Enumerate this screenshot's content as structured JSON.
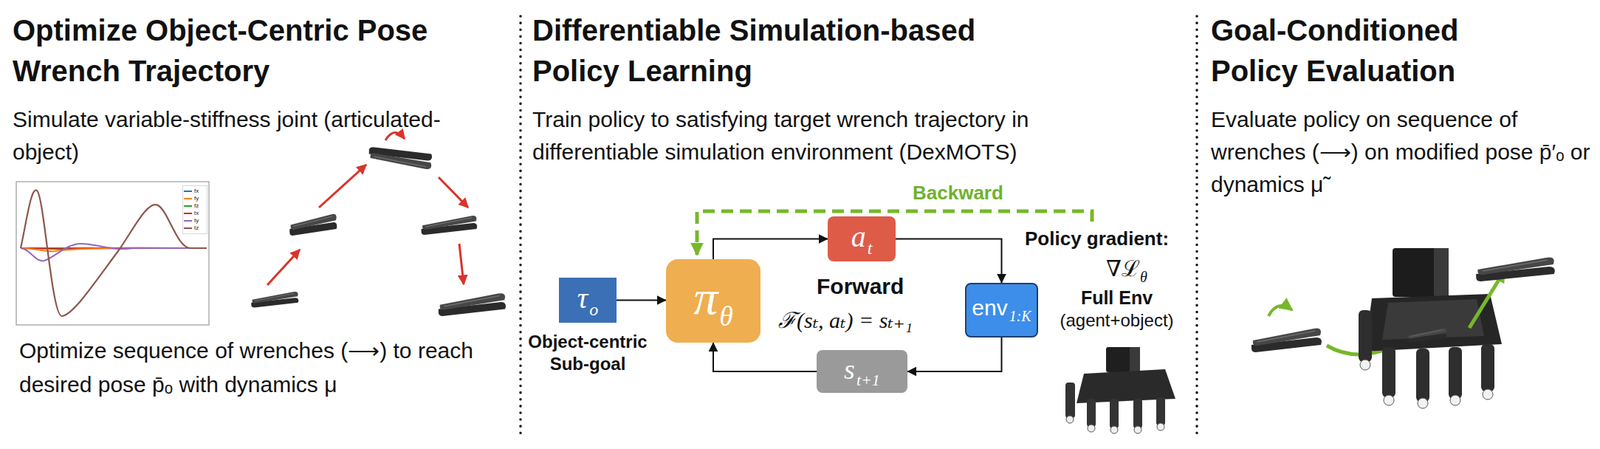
{
  "diagram": {
    "nodes": [
      {
        "text": [
          "τ",
          "o"
        ]
      },
      {
        "text": [
          "π",
          "θ"
        ]
      },
      {
        "text": [
          "a",
          "t"
        ]
      },
      {
        "text": [
          "env",
          "1:K"
        ]
      },
      {
        "text": [
          "s",
          "t+1"
        ]
      }
    ],
    "edges": [
      {
        "from": 0,
        "to": 1,
        "arrow": "to"
      },
      {
        "from": 1,
        "to": 2,
        "arrow": "to"
      },
      {
        "from": 2,
        "to": 3,
        "arrow": "to"
      },
      {
        "from": 3,
        "to": 4,
        "arrow": "to"
      },
      {
        "from": 4,
        "to": 1,
        "arrow": "to"
      }
    ],
    "labels": [
      "Optimize Object-Centric Pose Wrench Trajectory",
      "Simulate variable-stiffness joint (articulated-object)",
      "Optimize sequence of wrenches (⟶) to reach desired pose p̄ₒ with dynamics μ",
      "Differentiable Simulation-based Policy Learning",
      "Train policy to satisfying target wrench trajectory in differentiable simulation environment (DexMOTS)",
      "Object-centric Sub-goal",
      "Backward",
      "Forward",
      "ℱ(sₜ, aₜ) = sₜ₊₁",
      "Policy gradient:",
      "∇ℒ",
      "θ",
      "Full Env",
      "(agent+object)",
      "Goal-Conditioned Policy Evaluation",
      "Evaluate policy on sequence of wrenches (⟶) on modified pose p̄′ₒ or dynamics μ̃"
    ],
    "legend": [
      {
        "text": "fx",
        "color": "#1f77b4"
      },
      {
        "text": "fy",
        "color": "#ff7f0e"
      },
      {
        "text": "fz",
        "color": "#2ca02c"
      },
      {
        "text": "tx",
        "color": "#d62728"
      },
      {
        "text": "ty",
        "color": "#9467bd"
      },
      {
        "text": "tz",
        "color": "#8c564b"
      }
    ]
  }
}
